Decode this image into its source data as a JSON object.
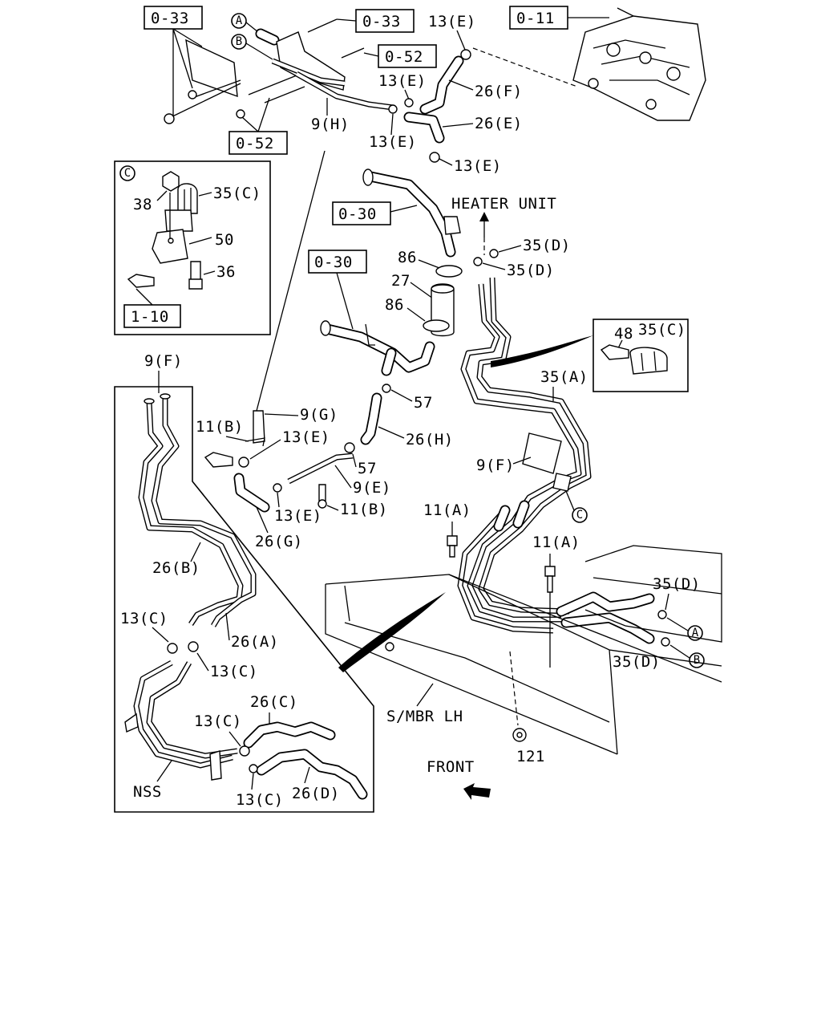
{
  "labels": {
    "ref_0_33_a": "0-33",
    "ref_0_33_b": "0-33",
    "ref_0_52_a": "0-52",
    "ref_0_52_b": "0-52",
    "ref_0_11": "0-11",
    "ref_0_30_a": "0-30",
    "ref_0_30_b": "0-30",
    "ref_1_10": "1-10",
    "p13e_1": "13(E)",
    "p13e_2": "13(E)",
    "p13e_3": "13(E)",
    "p13e_4": "13(E)",
    "p13e_5": "13(E)",
    "p13e_6": "13(E)",
    "p26f": "26(F)",
    "p26e": "26(E)",
    "p9h": "9(H)",
    "heater_unit": "HEATER UNIT",
    "p35c_top": "35(C)",
    "p38": "38",
    "p50": "50",
    "p36": "36",
    "p86_a": "86",
    "p27": "27",
    "p86_b": "86",
    "p35d_1": "35(D)",
    "p35d_2": "35(D)",
    "p35d_3": "35(D)",
    "p35d_4": "35(D)",
    "p48": "48",
    "p35c_right": "35(C)",
    "p35a": "35(A)",
    "p9f_top": "9(F)",
    "p9f_right": "9(F)",
    "p11b_1": "11(B)",
    "p11b_2": "11(B)",
    "p9g": "9(G)",
    "p57_1": "57",
    "p57_2": "57",
    "p26h": "26(H)",
    "p9e": "9(E)",
    "p26g": "26(G)",
    "p11a_1": "11(A)",
    "p11a_2": "11(A)",
    "p26b": "26(B)",
    "p13c_1": "13(C)",
    "p13c_2": "13(C)",
    "p13c_3": "13(C)",
    "p13c_4": "13(C)",
    "p26a": "26(A)",
    "p26c": "26(C)",
    "p26d": "26(D)",
    "nss": "NSS",
    "smbr": "S/MBR LH",
    "front": "FRONT",
    "p121": "121"
  },
  "markers": {
    "A": "A",
    "B": "B",
    "C": "C"
  }
}
